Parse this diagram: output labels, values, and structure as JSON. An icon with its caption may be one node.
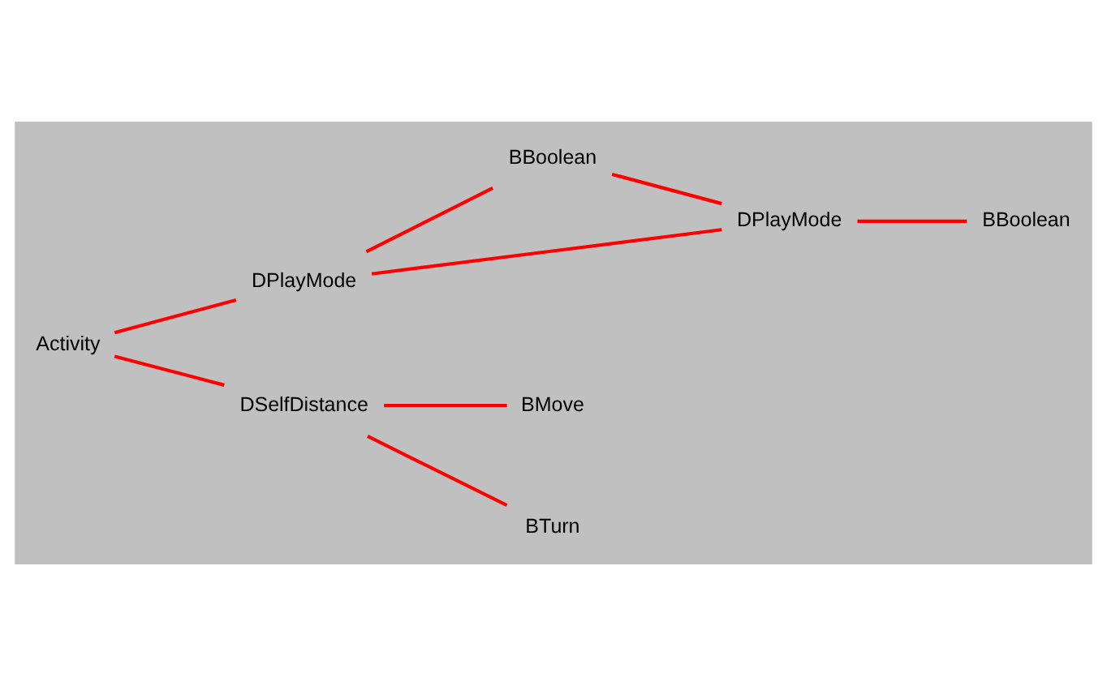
{
  "diagram": {
    "nodes": [
      {
        "text": [
          "Activity"
        ]
      },
      {
        "text": [
          "DPlayMode"
        ]
      },
      {
        "text": [
          "DSelfDistance"
        ]
      },
      {
        "text": [
          "BBoolean"
        ]
      },
      {
        "text": [
          "DPlayMode"
        ]
      },
      {
        "text": [
          "BBoolean"
        ]
      },
      {
        "text": [
          "BMove"
        ]
      },
      {
        "text": [
          "BTurn"
        ]
      }
    ],
    "edges": [
      {
        "from": 0,
        "to": 1,
        "arrow": "none"
      },
      {
        "from": 0,
        "to": 2,
        "arrow": "none"
      },
      {
        "from": 1,
        "to": 3,
        "arrow": "none"
      },
      {
        "from": 1,
        "to": 4,
        "arrow": "none"
      },
      {
        "from": 3,
        "to": 4,
        "arrow": "none"
      },
      {
        "from": 4,
        "to": 5,
        "arrow": "none"
      },
      {
        "from": 2,
        "to": 6,
        "arrow": "none"
      },
      {
        "from": 2,
        "to": 7,
        "arrow": "none"
      }
    ]
  }
}
